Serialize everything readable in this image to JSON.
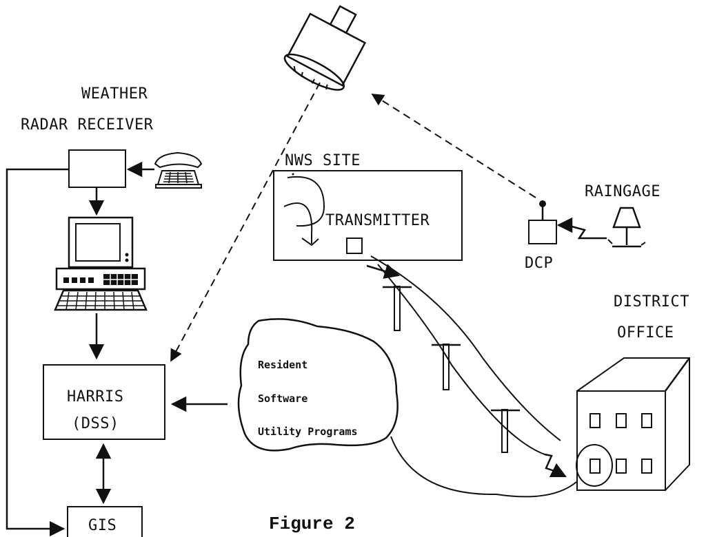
{
  "labels": {
    "weather_line1": "WEATHER",
    "weather_line2": "RADAR RECEIVER",
    "nws_site": "NWS SITE",
    "transmitter": "TRANSMITTER",
    "raingage": "RAINGAGE",
    "dcp": "DCP",
    "district_line1": "DISTRICT",
    "district_line2": "OFFICE",
    "harris_line1": "HARRIS",
    "harris_line2": "(DSS)",
    "gis": "GIS",
    "cloud_line1": "Resident",
    "cloud_line2": "Software",
    "cloud_line3": "Utility Programs",
    "caption": "Figure 2"
  },
  "icons": [
    "satellite-icon",
    "telephone-icon",
    "computer-icon",
    "raingage-icon",
    "dcp-icon",
    "utility-pole-icon",
    "building-icon",
    "person-icon"
  ],
  "colors": {
    "ink": "#111111",
    "paper": "#ffffff"
  }
}
